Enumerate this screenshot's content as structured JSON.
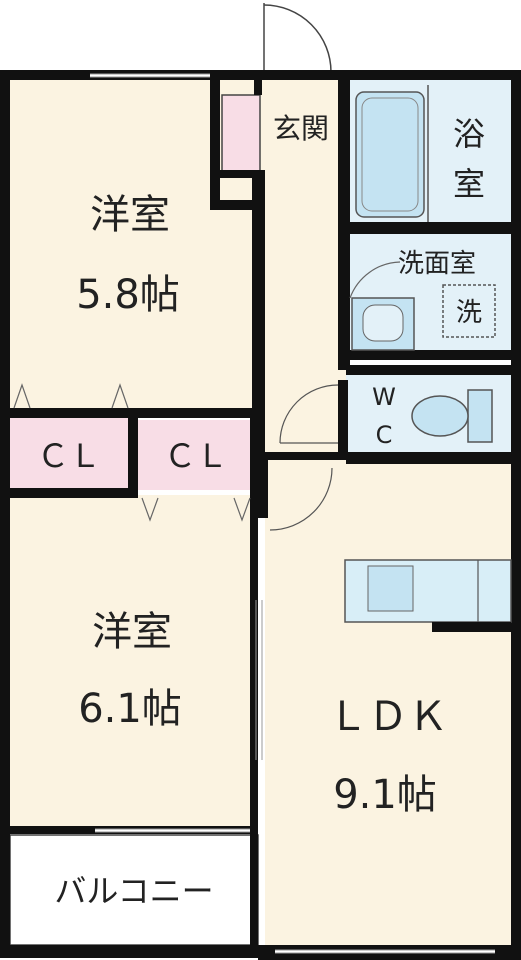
{
  "rooms": {
    "bedroom1": {
      "name": "洋室",
      "size": "5.8帖"
    },
    "bedroom2": {
      "name": "洋室",
      "size": "6.1帖"
    },
    "ldk": {
      "name": "ＬＤＫ",
      "size": "9.1帖"
    },
    "entrance": {
      "name": "玄関"
    },
    "bath": {
      "name": "浴室",
      "name_line1": "浴",
      "name_line2": "室"
    },
    "washroom": {
      "name": "洗面室"
    },
    "washer": {
      "name": "洗"
    },
    "toilet": {
      "line1": "W",
      "line2": "C"
    },
    "closet1": {
      "name": "ＣＬ"
    },
    "closet2": {
      "name": "ＣＬ"
    },
    "balcony": {
      "name": "バルコニー"
    }
  },
  "colors": {
    "room_floor": "#fbf3e1",
    "closet": "#f8dde6",
    "wet_area": "#e3f1f8",
    "fixture": "#c4e3f2",
    "counter": "#d8eef7",
    "wall": "#111111",
    "balcony": "#ffffff"
  }
}
